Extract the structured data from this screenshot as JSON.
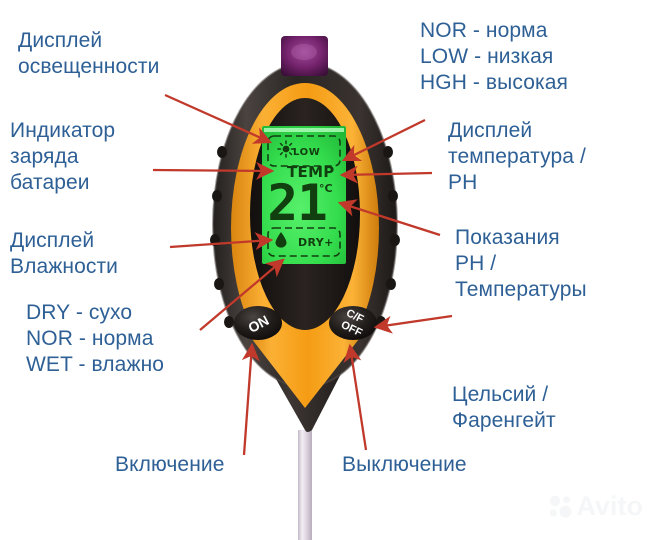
{
  "image": {
    "subject": "soil meter 4-in-1 with annotated callout labels",
    "background_color": "#ffffff",
    "label_color": "#2e6096",
    "arrow_color": "#c0392b"
  },
  "labels": {
    "light_display": "Дисплей\nосвещенности",
    "battery_indicator": "Индикатор\nзаряда\nбатареи",
    "humidity_display": "Дисплей\nВлажности",
    "humidity_legend": "DRY - сухо\nNOR - норма\nWET - влажно",
    "power_on": "Включение",
    "power_off": "Выключение",
    "light_legend": "NOR - норма\nLOW - низкая\nHGH - высокая",
    "temp_ph_display": "Дисплей\nтемпература /\nPH",
    "ph_temp_readings": "Показания\nPH /\nТемпературы",
    "celsius_fahrenheit": "Цельсий /\nФаренгейт"
  },
  "device": {
    "body_color": "#f2a01e",
    "shell_color": "#2b2724",
    "light_sensor_color": "#6b1f63",
    "probe_color": "#ded6e0",
    "buttons": [
      {
        "name": "on-button",
        "label": "ON"
      },
      {
        "name": "cf-off-button",
        "label_top": "C/F",
        "label_bottom": "OFF"
      }
    ]
  },
  "lcd": {
    "screen_color": "#35e050",
    "segment_color": "#123f10",
    "sun_icon": "sun-icon",
    "drop_icon": "water-drop-icon",
    "light_level": "LOW",
    "mode": "TEMP",
    "value": "21",
    "unit": "°C",
    "moisture_level": "DRY+"
  },
  "watermark": {
    "text": "Avito"
  }
}
